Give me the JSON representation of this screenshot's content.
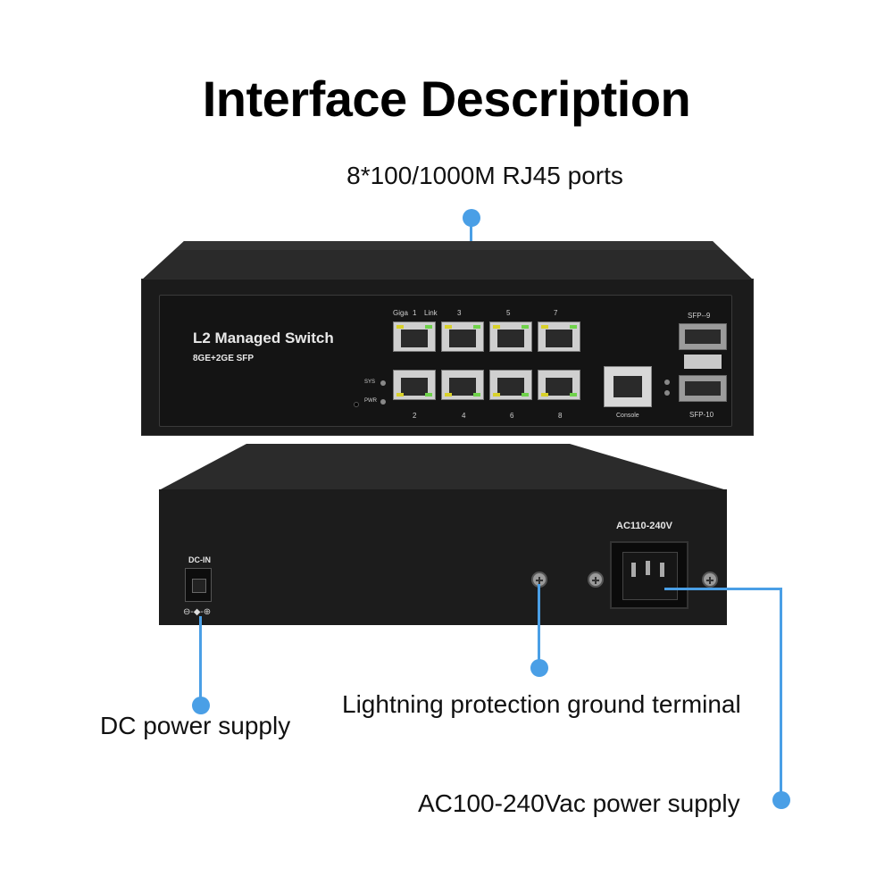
{
  "title": "Interface Description",
  "colors": {
    "accent": "#4a9fe6",
    "device_body": "#1b1b1b"
  },
  "callouts": {
    "rj45_ports": "8*100/1000M RJ45 ports",
    "dc_power": "DC power supply",
    "lightning_ground": "Lightning protection ground terminal",
    "ac_power": "AC100-240Vac power supply"
  },
  "front_panel": {
    "model": "L2 Managed Switch",
    "subtitle": "8GE+2GE SFP",
    "top_labels": [
      "Giga",
      "1",
      "Link",
      "3",
      "5",
      "7"
    ],
    "bottom_labels": [
      "2",
      "4",
      "6",
      "8"
    ],
    "sys_label": "SYS",
    "pwr_label": "PWR",
    "console_label": "Console",
    "sfp9_label": "SFP--9",
    "sfp10_label": "SFP-10"
  },
  "rear_panel": {
    "dc_in_label": "DC-IN",
    "dc_polarity": "⊖-◆-⊕",
    "ac_label": "AC110-240V"
  }
}
